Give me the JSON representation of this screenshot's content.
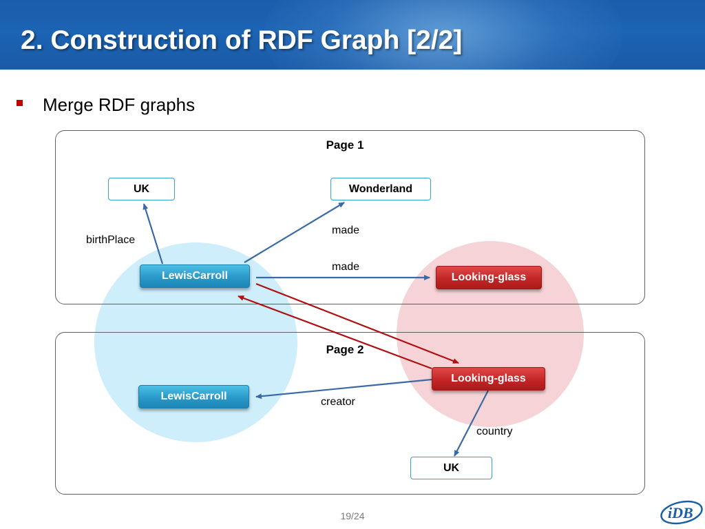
{
  "slide": {
    "title": "2. Construction of RDF Graph [2/2]",
    "bullet": "Merge RDF graphs",
    "page_number": "19/24"
  },
  "logo": {
    "text": "iDB"
  },
  "page1": {
    "title": "Page 1",
    "nodes": {
      "uk": "UK",
      "wonderland": "Wonderland",
      "lewis": "LewisCarroll",
      "looking": "Looking-glass"
    },
    "edges": {
      "birthplace": "birthPlace",
      "made1": "made",
      "made2": "made"
    }
  },
  "page2": {
    "title": "Page 2",
    "nodes": {
      "lewis": "LewisCarroll",
      "looking": "Looking-glass",
      "uk": "UK"
    },
    "edges": {
      "creator": "creator",
      "country": "country"
    }
  },
  "colors": {
    "header": "#1c64b4",
    "bullet": "#c00000",
    "blue_circle": "#cdeefa",
    "red_circle": "#f6d3d6",
    "blue_arrow": "#3a6aa3",
    "red_arrow": "#b01010"
  }
}
